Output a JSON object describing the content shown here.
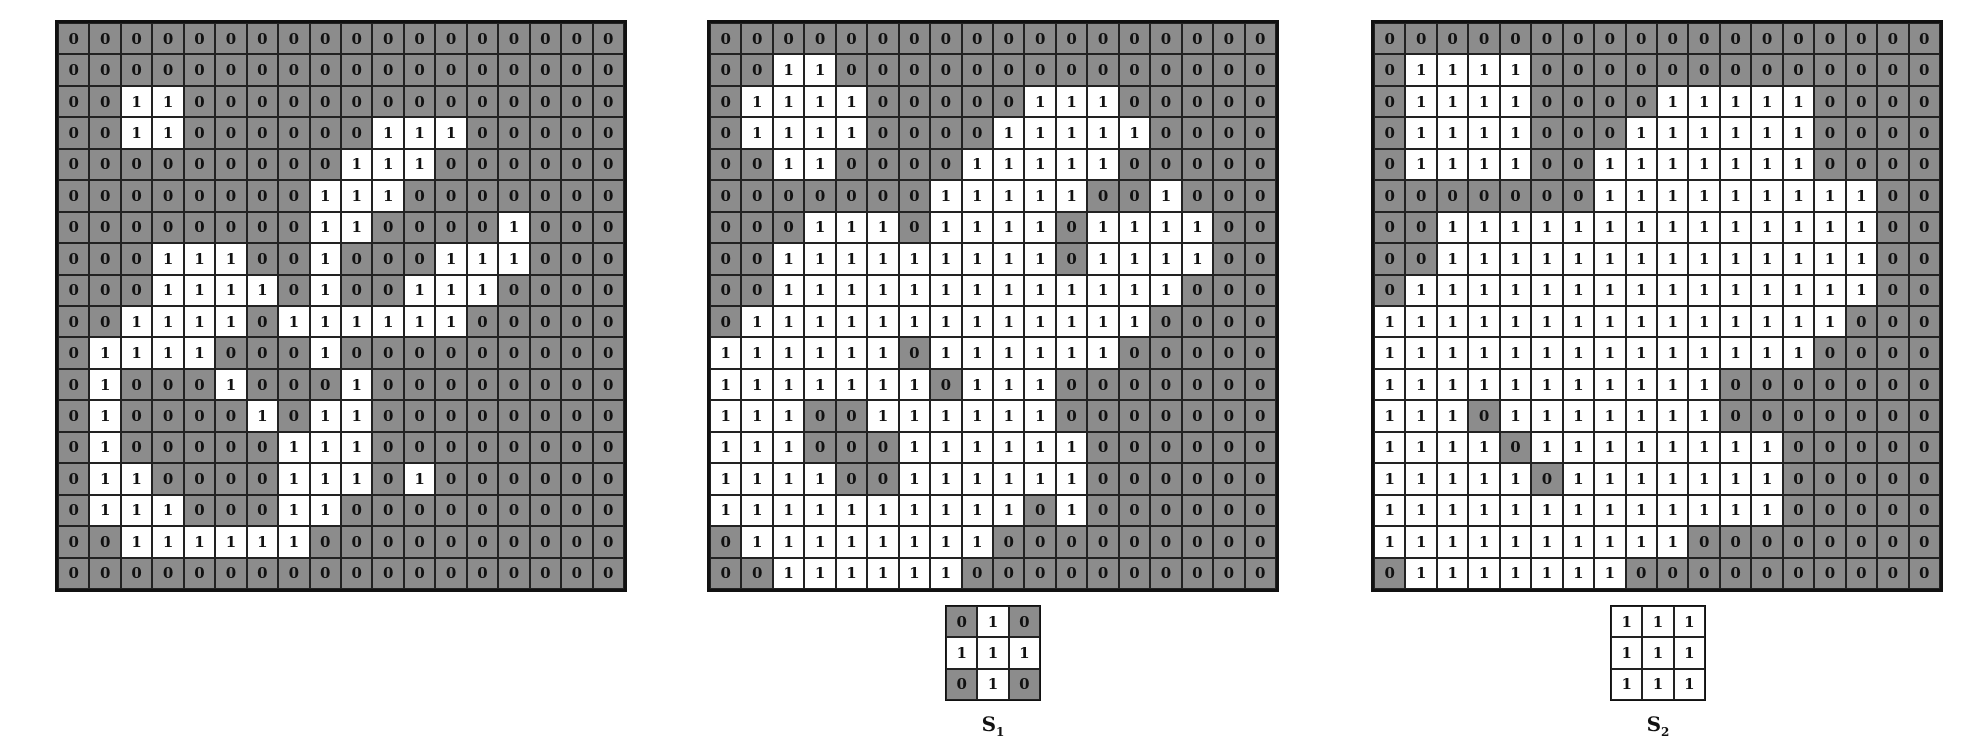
{
  "matrices": {
    "original": [
      [
        0,
        0,
        0,
        0,
        0,
        0,
        0,
        0,
        0,
        0,
        0,
        0,
        0,
        0,
        0,
        0,
        0,
        0
      ],
      [
        0,
        0,
        0,
        0,
        0,
        0,
        0,
        0,
        0,
        0,
        0,
        0,
        0,
        0,
        0,
        0,
        0,
        0
      ],
      [
        0,
        0,
        1,
        1,
        0,
        0,
        0,
        0,
        0,
        0,
        0,
        0,
        0,
        0,
        0,
        0,
        0,
        0
      ],
      [
        0,
        0,
        1,
        1,
        0,
        0,
        0,
        0,
        0,
        0,
        1,
        1,
        1,
        0,
        0,
        0,
        0,
        0
      ],
      [
        0,
        0,
        0,
        0,
        0,
        0,
        0,
        0,
        0,
        1,
        1,
        1,
        0,
        0,
        0,
        0,
        0,
        0
      ],
      [
        0,
        0,
        0,
        0,
        0,
        0,
        0,
        0,
        1,
        1,
        1,
        0,
        0,
        0,
        0,
        0,
        0,
        0
      ],
      [
        0,
        0,
        0,
        0,
        0,
        0,
        0,
        0,
        1,
        1,
        0,
        0,
        0,
        0,
        1,
        0,
        0,
        0
      ],
      [
        0,
        0,
        0,
        1,
        1,
        1,
        0,
        0,
        1,
        0,
        0,
        0,
        1,
        1,
        1,
        0,
        0,
        0
      ],
      [
        0,
        0,
        0,
        1,
        1,
        1,
        1,
        0,
        1,
        0,
        0,
        1,
        1,
        1,
        0,
        0,
        0,
        0
      ],
      [
        0,
        0,
        1,
        1,
        1,
        1,
        0,
        1,
        1,
        1,
        1,
        1,
        1,
        0,
        0,
        0,
        0,
        0
      ],
      [
        0,
        1,
        1,
        1,
        1,
        0,
        0,
        0,
        1,
        0,
        0,
        0,
        0,
        0,
        0,
        0,
        0,
        0
      ],
      [
        0,
        1,
        0,
        0,
        0,
        1,
        0,
        0,
        0,
        1,
        0,
        0,
        0,
        0,
        0,
        0,
        0,
        0
      ],
      [
        0,
        1,
        0,
        0,
        0,
        0,
        1,
        0,
        1,
        1,
        0,
        0,
        0,
        0,
        0,
        0,
        0,
        0
      ],
      [
        0,
        1,
        0,
        0,
        0,
        0,
        0,
        1,
        1,
        1,
        0,
        0,
        0,
        0,
        0,
        0,
        0,
        0
      ],
      [
        0,
        1,
        1,
        0,
        0,
        0,
        0,
        1,
        1,
        1,
        0,
        1,
        0,
        0,
        0,
        0,
        0,
        0
      ],
      [
        0,
        1,
        1,
        1,
        0,
        0,
        0,
        1,
        1,
        0,
        0,
        0,
        0,
        0,
        0,
        0,
        0,
        0
      ],
      [
        0,
        0,
        1,
        1,
        1,
        1,
        1,
        1,
        0,
        0,
        0,
        0,
        0,
        0,
        0,
        0,
        0,
        0
      ],
      [
        0,
        0,
        0,
        0,
        0,
        0,
        0,
        0,
        0,
        0,
        0,
        0,
        0,
        0,
        0,
        0,
        0,
        0
      ]
    ],
    "dilated_s1": [
      [
        0,
        0,
        0,
        0,
        0,
        0,
        0,
        0,
        0,
        0,
        0,
        0,
        0,
        0,
        0,
        0,
        0,
        0
      ],
      [
        0,
        0,
        1,
        1,
        0,
        0,
        0,
        0,
        0,
        0,
        0,
        0,
        0,
        0,
        0,
        0,
        0,
        0
      ],
      [
        0,
        1,
        1,
        1,
        1,
        0,
        0,
        0,
        0,
        0,
        1,
        1,
        1,
        0,
        0,
        0,
        0,
        0
      ],
      [
        0,
        1,
        1,
        1,
        1,
        0,
        0,
        0,
        0,
        1,
        1,
        1,
        1,
        1,
        0,
        0,
        0,
        0
      ],
      [
        0,
        0,
        1,
        1,
        0,
        0,
        0,
        0,
        1,
        1,
        1,
        1,
        1,
        0,
        0,
        0,
        0,
        0
      ],
      [
        0,
        0,
        0,
        0,
        0,
        0,
        0,
        1,
        1,
        1,
        1,
        1,
        0,
        0,
        1,
        0,
        0,
        0
      ],
      [
        0,
        0,
        0,
        1,
        1,
        1,
        0,
        1,
        1,
        1,
        1,
        0,
        1,
        1,
        1,
        1,
        0,
        0
      ],
      [
        0,
        0,
        1,
        1,
        1,
        1,
        1,
        1,
        1,
        1,
        1,
        0,
        1,
        1,
        1,
        1,
        0,
        0
      ],
      [
        0,
        0,
        1,
        1,
        1,
        1,
        1,
        1,
        1,
        1,
        1,
        1,
        1,
        1,
        1,
        0,
        0,
        0
      ],
      [
        0,
        1,
        1,
        1,
        1,
        1,
        1,
        1,
        1,
        1,
        1,
        1,
        1,
        1,
        0,
        0,
        0,
        0
      ],
      [
        1,
        1,
        1,
        1,
        1,
        1,
        0,
        1,
        1,
        1,
        1,
        1,
        1,
        0,
        0,
        0,
        0,
        0
      ],
      [
        1,
        1,
        1,
        1,
        1,
        1,
        1,
        0,
        1,
        1,
        1,
        0,
        0,
        0,
        0,
        0,
        0,
        0
      ],
      [
        1,
        1,
        1,
        0,
        0,
        1,
        1,
        1,
        1,
        1,
        1,
        0,
        0,
        0,
        0,
        0,
        0,
        0
      ],
      [
        1,
        1,
        1,
        0,
        0,
        0,
        1,
        1,
        1,
        1,
        1,
        1,
        0,
        0,
        0,
        0,
        0,
        0
      ],
      [
        1,
        1,
        1,
        1,
        0,
        0,
        1,
        1,
        1,
        1,
        1,
        1,
        0,
        0,
        0,
        0,
        0,
        0
      ],
      [
        1,
        1,
        1,
        1,
        1,
        1,
        1,
        1,
        1,
        1,
        0,
        1,
        0,
        0,
        0,
        0,
        0,
        0
      ],
      [
        0,
        1,
        1,
        1,
        1,
        1,
        1,
        1,
        1,
        0,
        0,
        0,
        0,
        0,
        0,
        0,
        0,
        0
      ],
      [
        0,
        0,
        1,
        1,
        1,
        1,
        1,
        1,
        0,
        0,
        0,
        0,
        0,
        0,
        0,
        0,
        0,
        0
      ]
    ],
    "dilated_s2": [
      [
        0,
        0,
        0,
        0,
        0,
        0,
        0,
        0,
        0,
        0,
        0,
        0,
        0,
        0,
        0,
        0,
        0,
        0
      ],
      [
        0,
        1,
        1,
        1,
        1,
        0,
        0,
        0,
        0,
        0,
        0,
        0,
        0,
        0,
        0,
        0,
        0,
        0
      ],
      [
        0,
        1,
        1,
        1,
        1,
        0,
        0,
        0,
        0,
        1,
        1,
        1,
        1,
        1,
        0,
        0,
        0,
        0
      ],
      [
        0,
        1,
        1,
        1,
        1,
        0,
        0,
        0,
        1,
        1,
        1,
        1,
        1,
        1,
        0,
        0,
        0,
        0
      ],
      [
        0,
        1,
        1,
        1,
        1,
        0,
        0,
        1,
        1,
        1,
        1,
        1,
        1,
        1,
        0,
        0,
        0,
        0
      ],
      [
        0,
        0,
        0,
        0,
        0,
        0,
        0,
        1,
        1,
        1,
        1,
        1,
        1,
        1,
        1,
        1,
        0,
        0
      ],
      [
        0,
        0,
        1,
        1,
        1,
        1,
        1,
        1,
        1,
        1,
        1,
        1,
        1,
        1,
        1,
        1,
        0,
        0
      ],
      [
        0,
        0,
        1,
        1,
        1,
        1,
        1,
        1,
        1,
        1,
        1,
        1,
        1,
        1,
        1,
        1,
        0,
        0
      ],
      [
        0,
        1,
        1,
        1,
        1,
        1,
        1,
        1,
        1,
        1,
        1,
        1,
        1,
        1,
        1,
        1,
        0,
        0
      ],
      [
        1,
        1,
        1,
        1,
        1,
        1,
        1,
        1,
        1,
        1,
        1,
        1,
        1,
        1,
        1,
        0,
        0,
        0
      ],
      [
        1,
        1,
        1,
        1,
        1,
        1,
        1,
        1,
        1,
        1,
        1,
        1,
        1,
        1,
        0,
        0,
        0,
        0
      ],
      [
        1,
        1,
        1,
        1,
        1,
        1,
        1,
        1,
        1,
        1,
        1,
        0,
        0,
        0,
        0,
        0,
        0,
        0
      ],
      [
        1,
        1,
        1,
        0,
        1,
        1,
        1,
        1,
        1,
        1,
        1,
        0,
        0,
        0,
        0,
        0,
        0,
        0
      ],
      [
        1,
        1,
        1,
        1,
        0,
        1,
        1,
        1,
        1,
        1,
        1,
        1,
        1,
        0,
        0,
        0,
        0,
        0
      ],
      [
        1,
        1,
        1,
        1,
        1,
        0,
        1,
        1,
        1,
        1,
        1,
        1,
        1,
        0,
        0,
        0,
        0,
        0
      ],
      [
        1,
        1,
        1,
        1,
        1,
        1,
        1,
        1,
        1,
        1,
        1,
        1,
        1,
        0,
        0,
        0,
        0,
        0
      ],
      [
        1,
        1,
        1,
        1,
        1,
        1,
        1,
        1,
        1,
        1,
        0,
        0,
        0,
        0,
        0,
        0,
        0,
        0
      ],
      [
        0,
        1,
        1,
        1,
        1,
        1,
        1,
        1,
        0,
        0,
        0,
        0,
        0,
        0,
        0,
        0,
        0,
        0
      ]
    ],
    "s1": [
      [
        0,
        1,
        0
      ],
      [
        1,
        1,
        1
      ],
      [
        0,
        1,
        0
      ]
    ],
    "s2": [
      [
        1,
        1,
        1
      ],
      [
        1,
        1,
        1
      ],
      [
        1,
        1,
        1
      ]
    ]
  },
  "labels": {
    "s1_main": "S",
    "s1_sub": "1",
    "s2_main": "S",
    "s2_sub": "2"
  },
  "colors": {
    "zero_cell": "#8c8c8c",
    "one_cell": "#ffffff",
    "border": "#222222"
  }
}
